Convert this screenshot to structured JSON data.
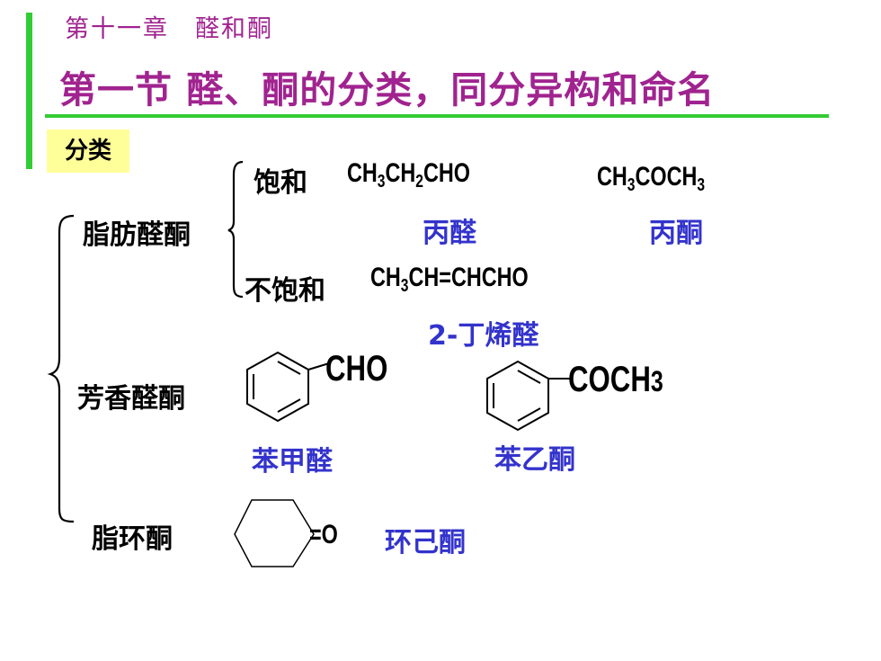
{
  "header": {
    "chapter": "第十一章　醛和酮",
    "title": "第一节 醛、酮的分类，同分异构和命名"
  },
  "section_tag": "分类",
  "categories": {
    "aliphatic": "脂肪醛酮",
    "aromatic": "芳香醛酮",
    "alicyclic": "脂环酮"
  },
  "subcategories": {
    "saturated": "饱和",
    "unsaturated": "不饱和"
  },
  "compounds": {
    "propanal": {
      "parts": [
        "CH",
        "3",
        "CH",
        "2",
        "CHO"
      ],
      "name": "丙醛"
    },
    "acetone": {
      "parts": [
        "CH",
        "3",
        "COCH",
        "3"
      ],
      "name": "丙酮"
    },
    "butenal": {
      "parts": [
        "CH",
        "3",
        "CH=CHCHO"
      ],
      "name": "2-丁烯醛"
    },
    "benzaldehyde": {
      "group": "CHO",
      "name": "苯甲醛"
    },
    "acetophenone": {
      "group": "COCH",
      "group_sub": "3",
      "name": "苯乙酮"
    },
    "cyclohexanone": {
      "group": "=O",
      "name": "环己酮"
    }
  },
  "colors": {
    "title": "#a0238f",
    "accent_line": "#33cc33",
    "tag_bg": "#ffff99",
    "compound_name": "#3333cc"
  }
}
